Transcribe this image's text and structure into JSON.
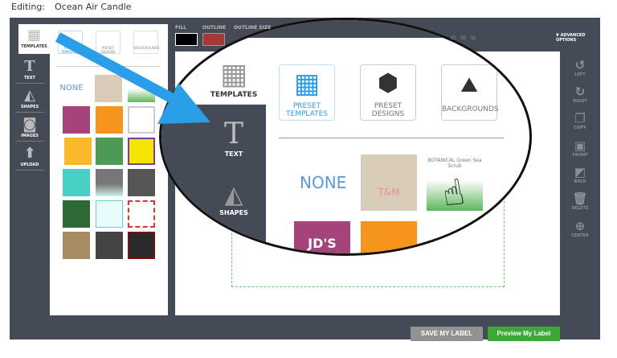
{
  "header": {
    "label": "Editing:",
    "title": "Ocean Air Candle"
  },
  "tools": [
    {
      "label": "TEMPLATES",
      "icon": "grid-icon"
    },
    {
      "label": "TEXT",
      "icon": "text-icon"
    },
    {
      "label": "SHAPES",
      "icon": "shapes-icon"
    },
    {
      "label": "IMAGES",
      "icon": "camera-icon"
    },
    {
      "label": "UPLOAD",
      "icon": "upload-arrow-icon"
    }
  ],
  "categories": [
    {
      "label": "PRESET TEMPLATES"
    },
    {
      "label": "PRESET DESIGNS"
    },
    {
      "label": "BACKGROUNDS"
    }
  ],
  "none_label": "NONE",
  "toolbar": {
    "fill": "FILL",
    "outline": "OUTLINE",
    "outline_size": "OUTLINE SIZE",
    "fill_color": "#000000",
    "outline_color": "#a33a3a",
    "advanced": "ADVANCED OPTIONS"
  },
  "right_tools": [
    {
      "label": "LEFT",
      "icon": "rotate-left-icon"
    },
    {
      "label": "RIGHT",
      "icon": "rotate-right-icon"
    },
    {
      "label": "COPY",
      "icon": "copy-icon"
    },
    {
      "label": "FRONT",
      "icon": "bring-front-icon"
    },
    {
      "label": "BACK",
      "icon": "send-back-icon"
    },
    {
      "label": "DELETE",
      "icon": "trash-icon"
    },
    {
      "label": "CENTER",
      "icon": "crosshair-icon"
    }
  ],
  "buttons": {
    "save": "SAVE MY LABEL",
    "preview": "Preview My Label"
  },
  "magnified": {
    "templates": "TEMPLATES",
    "text": "TEXT",
    "shapes": "SHAPES",
    "thumb_text": "BOTANICAL Green Sea Scrub",
    "jds": "JD'S",
    "tm": "T&M"
  },
  "colors": {
    "frame": "#454a57",
    "accent": "#2a9ee8",
    "preview": "#3aaa35",
    "save": "#8f9490"
  }
}
